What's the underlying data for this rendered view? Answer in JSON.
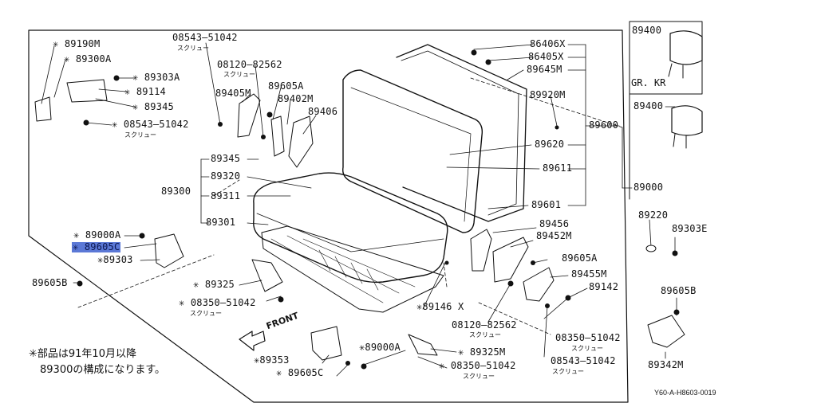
{
  "labels": {
    "l_89190M": "✳ 89190M",
    "l_89300A": "✳ 89300A",
    "l_89303A": "✳ 89303A",
    "l_89114": "✳ 89114",
    "l_89345a": "✳ 89345",
    "l_08543a": "✳ 08543–51042",
    "l_08543top": "08543–51042",
    "l_08120top": "08120–82562",
    "l_89405M": "89405M",
    "l_89605Atop": "89605A",
    "l_89402M": "89402M",
    "l_89406": "89406",
    "l_89345b": "89345",
    "l_89320": "89320",
    "l_89300": "89300",
    "l_89311": "89311",
    "l_89301": "89301",
    "l_86406X": "86406X",
    "l_86405X": "86405X",
    "l_89645M": "89645M",
    "l_89920M": "89920M",
    "l_89600": "89600",
    "l_89620": "89620",
    "l_89611": "89611",
    "l_89601": "89601",
    "l_89000": "89000",
    "l_89400a": "89400",
    "l_89400b": "89400",
    "l_89220": "89220",
    "l_89303E": "89303E",
    "l_89605B_r": "89605B",
    "l_89342M": "89342M",
    "l_89000A_l": "✳ 89000A",
    "l_89605C_l": "✳ 89605C",
    "l_89303": "✳89303",
    "l_89605B_l": "89605B",
    "l_89325": "✳ 89325",
    "l_08350a": "✳ 08350–51042",
    "l_89456": "89456",
    "l_89452M": "89452M",
    "l_89605A_r": "89605A",
    "l_89455M": "89455M",
    "l_89142": "89142",
    "l_89146X": "✳89146 X",
    "l_08120b": "08120–82562",
    "l_08350b": "08350–51042",
    "l_08543b": "08543–51042",
    "l_89000A_b": "✳89000A",
    "l_89325M": "✳ 89325M",
    "l_08350c": "✳ 08350–51042",
    "l_89353": "✳89353",
    "l_89605C_b": "✳ 89605C"
  },
  "subs": {
    "s1": "スクリュー",
    "s2": "スクリュー",
    "s3": "スクリュー",
    "s4": "スクリュー",
    "s5": "スクリュー",
    "s6": "スクリュー",
    "s7": "スクリュー",
    "s8": "スクリュー"
  },
  "grade": "GR. KR",
  "front": "FRONT",
  "note_line1": "✳部品は91年10月以降",
  "note_line2": "89300の構成になります。",
  "ref_code": "Y60-A-H8603-0019",
  "colors": {
    "highlight": "#5b78d6",
    "ink": "#111111"
  }
}
